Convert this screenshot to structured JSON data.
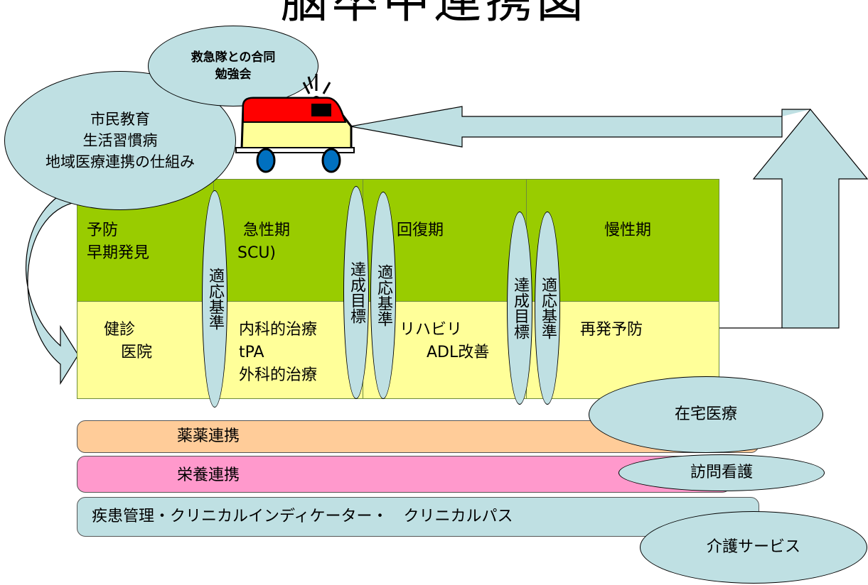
{
  "title": "脳卒中連携図",
  "bubbles": {
    "ambulance_study": [
      "救急隊との合同",
      "勉強会"
    ],
    "education": [
      "市民教育",
      "生活習慣病",
      "地域医療連携の仕組み"
    ]
  },
  "phases": {
    "prevention": [
      "予防",
      "早期発見"
    ],
    "acute": "急性期",
    "acute_sub": "SCU)",
    "recovery": "回復期",
    "chronic": "慢性期"
  },
  "cells": {
    "checkup": [
      "健診",
      "医院"
    ],
    "acute_treat": [
      "内科的治療",
      "tPA",
      "外科的治療"
    ],
    "rehab": [
      "リハビリ",
      "ADL改善"
    ],
    "relapse": "再発予防"
  },
  "markers": {
    "criteria": "適応基準",
    "goal": "達成目標"
  },
  "bands": {
    "pharmacy": "薬薬連携",
    "nutrition": "栄養連携",
    "management": "疾患管理・クリニカルインディケーター・　クリニカルパス"
  },
  "services": {
    "home_care": "在宅医療",
    "visit_nursing": "訪問看護",
    "care_service": "介護サービス"
  },
  "colors": {
    "green": "#99cc00",
    "yellow": "#ffff99",
    "orange": "#ffcc99",
    "pink": "#ff99cc",
    "cyan": "#bfe0e3",
    "ambulance_red": "#ff0000"
  }
}
